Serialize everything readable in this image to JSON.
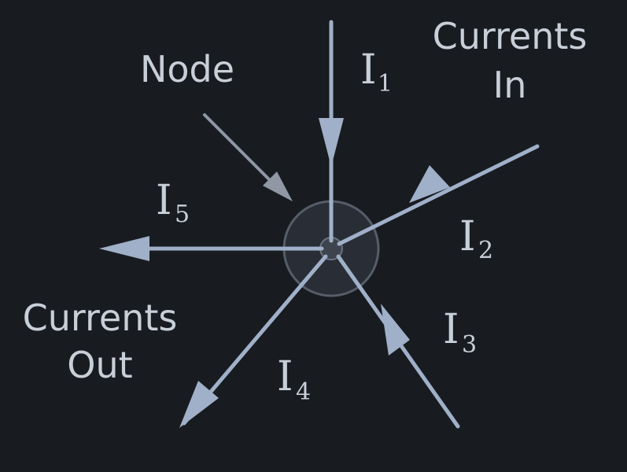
{
  "labels": {
    "node": "Node",
    "currents_in_line1": "Currents",
    "currents_in_line2": "In",
    "currents_out_line1": "Currents",
    "currents_out_line2": "Out"
  },
  "currents": [
    {
      "symbol": "I",
      "subscript": "1",
      "direction": "in"
    },
    {
      "symbol": "I",
      "subscript": "2",
      "direction": "in"
    },
    {
      "symbol": "I",
      "subscript": "3",
      "direction": "in"
    },
    {
      "symbol": "I",
      "subscript": "4",
      "direction": "out"
    },
    {
      "symbol": "I",
      "subscript": "5",
      "direction": "out"
    }
  ],
  "colors": {
    "background": "#181b20",
    "wire": "#9fb0c8",
    "text": "#c9cfd8",
    "node_fill": "#3a3f48"
  }
}
